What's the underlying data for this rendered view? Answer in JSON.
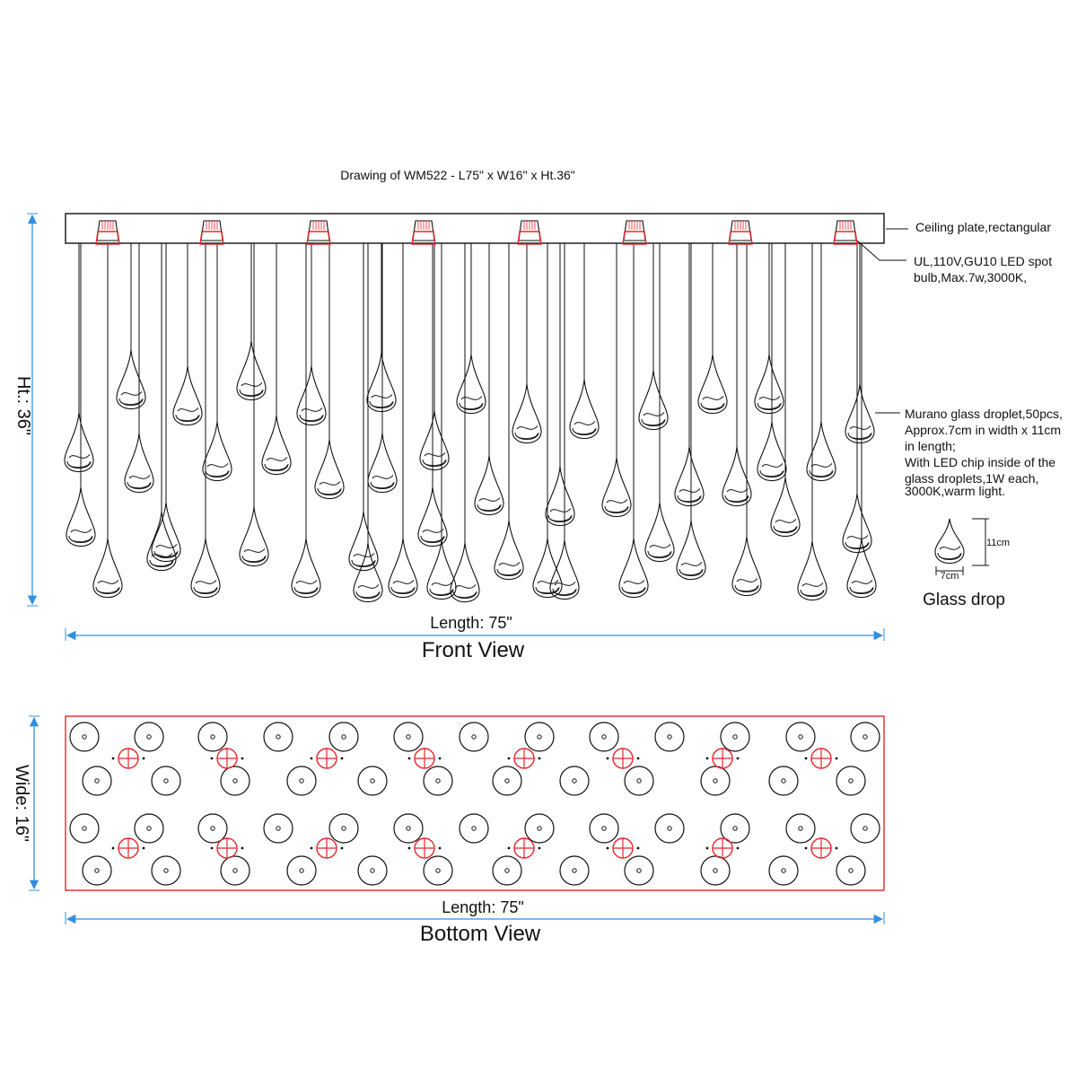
{
  "title": "Drawing of WM522 - L75\" x W16\" x Ht.36\"",
  "front_view": {
    "label": "Front View",
    "length_label": "Length: 75\"",
    "height_label": "Ht.: 36\"",
    "ceiling_plate_label": "Ceiling plate,rectangular",
    "bulb_label_lines": [
      "UL,110V,GU10 LED spot",
      "bulb,Max.7w,3000K,"
    ],
    "droplet_label_lines": [
      "Murano glass droplet,50pcs,",
      "Approx.7cm in width x 11cm",
      "in length;",
      "With LED chip inside of the",
      "glass droplets,1W each,",
      "3000K,warm light."
    ],
    "spotlight_count": 8,
    "droplet_count": 50
  },
  "glass_drop": {
    "label": "Glass drop",
    "width_label": "7cm",
    "height_label": "11cm"
  },
  "bottom_view": {
    "label": "Bottom View",
    "length_label": "Length: 75\"",
    "width_label": "Wide: 16\""
  },
  "colors": {
    "line": "#111111",
    "accent_red": "#e8262b",
    "dimension_blue": "#2f8fe0"
  }
}
